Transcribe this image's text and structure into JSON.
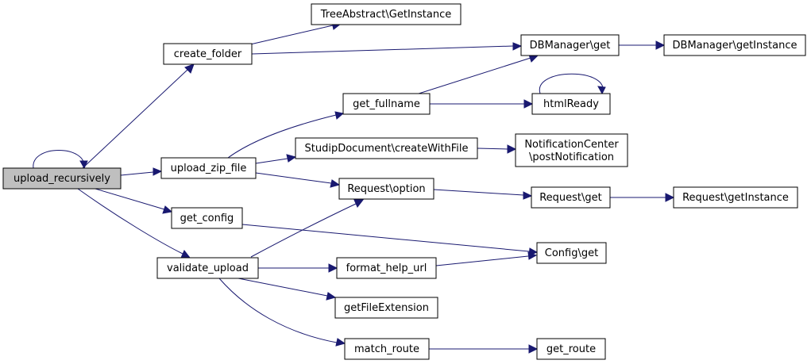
{
  "diagram": {
    "nodes": {
      "upload_recursively": "upload_recursively",
      "create_folder": "create_folder",
      "tree_abstract_get_instance": "TreeAbstract\\GetInstance",
      "dbmanager_get": "DBManager\\get",
      "dbmanager_get_instance": "DBManager\\getInstance",
      "get_fullname": "get_fullname",
      "html_ready": "htmlReady",
      "upload_zip_file": "upload_zip_file",
      "studip_document_create_with_file": "StudipDocument\\createWithFile",
      "notification_center_line1": "NotificationCenter",
      "notification_center_line2": "\\postNotification",
      "request_option": "Request\\option",
      "request_get": "Request\\get",
      "request_get_instance": "Request\\getInstance",
      "get_config": "get_config",
      "config_get": "Config\\get",
      "validate_upload": "validate_upload",
      "format_help_url": "format_help_url",
      "get_file_extension": "getFileExtension",
      "match_route": "match_route",
      "get_route": "get_route"
    },
    "colors": {
      "edge": "#191970",
      "root_fill": "#bfbfbf",
      "node_fill": "#ffffff",
      "node_border": "#000000"
    }
  }
}
